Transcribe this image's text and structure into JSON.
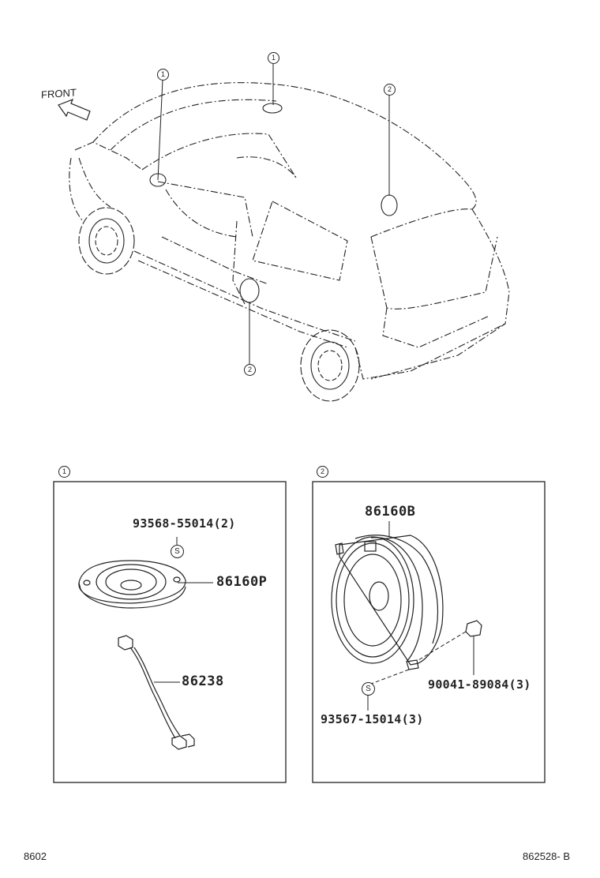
{
  "front_label": "FRONT",
  "callouts": {
    "one": "1",
    "two": "2"
  },
  "panel_1": {
    "ref": "1",
    "bolt_part": "93568-55014(2)",
    "bolt_symbol": "S",
    "speaker_part": "86160P",
    "wire_part": "86238"
  },
  "panel_2": {
    "ref": "2",
    "speaker_part": "86160B",
    "clip_part": "90041-89084(3)",
    "screw_part": "93567-15014(3)",
    "screw_symbol": "S"
  },
  "footer": {
    "left": "8602",
    "right": "862528- B"
  }
}
